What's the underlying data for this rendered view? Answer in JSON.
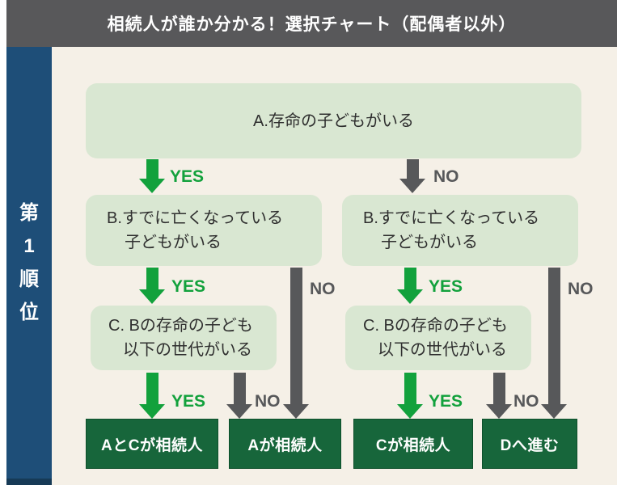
{
  "title": "相続人が誰か分かる！選択チャート（配偶者以外）",
  "sidebar": {
    "rank_label": "第1順位",
    "chars": [
      "第",
      "1",
      "順",
      "位"
    ]
  },
  "labels": {
    "yes": "YES",
    "no": "NO"
  },
  "nodes": {
    "a": {
      "text": "A.存命の子どもがいる"
    },
    "b": {
      "line1": "B.すでに亡くなっている",
      "line2": "子どもがいる"
    },
    "c": {
      "line1": "C. Bの存命の子ども",
      "line2": "以下の世代がいる"
    }
  },
  "results": [
    "AとCが相続人",
    "Aが相続人",
    "Cが相続人",
    "Dへ進む"
  ],
  "edges": [
    {
      "from": "A",
      "answer": "YES",
      "to": "B-left"
    },
    {
      "from": "A",
      "answer": "NO",
      "to": "B-right"
    },
    {
      "from": "B-left",
      "answer": "YES",
      "to": "C-left"
    },
    {
      "from": "B-left",
      "answer": "NO",
      "to": "Aが相続人"
    },
    {
      "from": "C-left",
      "answer": "YES",
      "to": "AとCが相続人"
    },
    {
      "from": "C-left",
      "answer": "NO",
      "to": "Aが相続人"
    },
    {
      "from": "B-right",
      "answer": "YES",
      "to": "C-right"
    },
    {
      "from": "B-right",
      "answer": "NO",
      "to": "Dへ進む"
    },
    {
      "from": "C-right",
      "answer": "YES",
      "to": "Cが相続人"
    },
    {
      "from": "C-right",
      "answer": "NO",
      "to": "Dへ進む"
    }
  ],
  "colors": {
    "title_bar": "#58585a",
    "sidebar_blue": "#1e4e78",
    "background_cream": "#f5f0e7",
    "node_green": "#d9e7d2",
    "result_green": "#17663b",
    "yes_green": "#12a13c",
    "no_gray": "#57585a"
  }
}
